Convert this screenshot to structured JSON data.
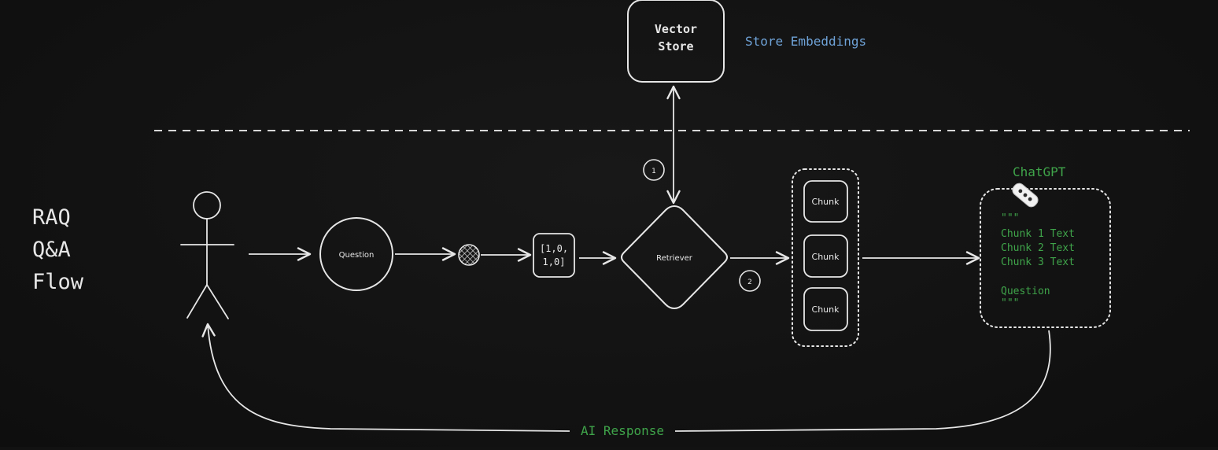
{
  "diagram": {
    "title_lines": [
      "RAQ",
      "Q&A",
      "Flow"
    ],
    "vector_store": {
      "label_lines": [
        "Vector",
        "Store"
      ],
      "caption": "Store Embeddings"
    },
    "steps": {
      "one": "1",
      "two": "2"
    },
    "question": "Question",
    "embedding_lines": [
      "[1,0,",
      "1,0]"
    ],
    "retriever": "Retriever",
    "chunks": [
      "Chunk",
      "Chunk",
      "Chunk"
    ],
    "chatgpt": {
      "label": "ChatGPT",
      "prompt_lines": [
        "\"\"\"",
        "Chunk 1 Text",
        "Chunk 2 Text",
        "Chunk 3 Text",
        "",
        "Question",
        "\"\"\""
      ]
    },
    "response": "AI Response"
  },
  "colors": {
    "background": "#121212",
    "stroke": "#e6e6e6",
    "accent_blue": "#6fa3d8",
    "accent_green": "#3fa44a"
  }
}
